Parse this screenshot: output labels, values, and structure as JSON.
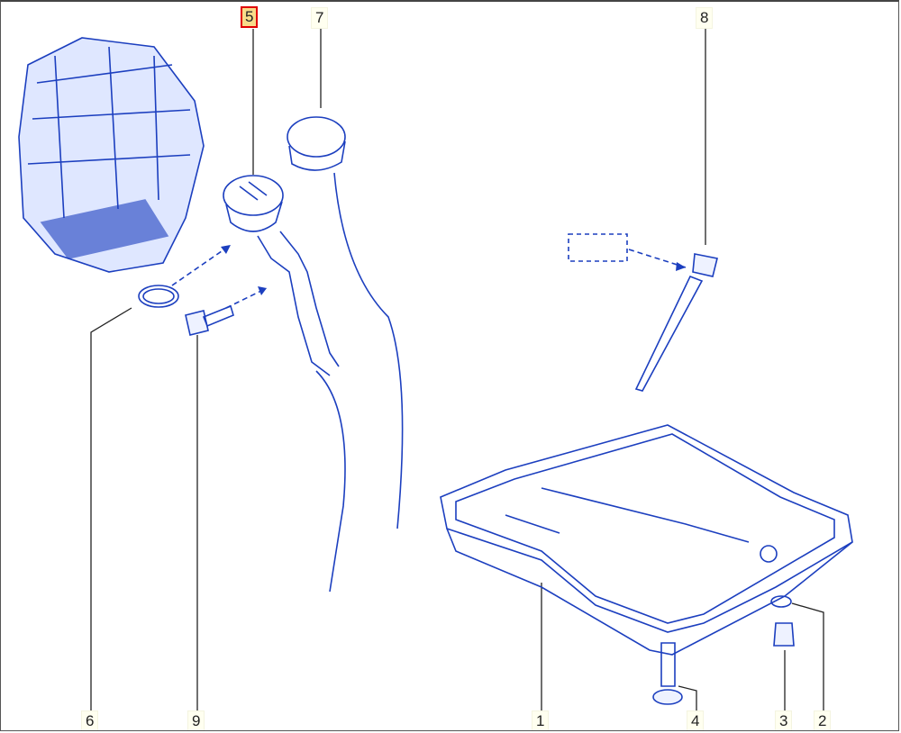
{
  "diagram": {
    "selected_part": "5",
    "callouts": [
      {
        "id": "5",
        "label": "5"
      },
      {
        "id": "7",
        "label": "7"
      },
      {
        "id": "8",
        "label": "8"
      },
      {
        "id": "6",
        "label": "6"
      },
      {
        "id": "9",
        "label": "9"
      },
      {
        "id": "1",
        "label": "1"
      },
      {
        "id": "4",
        "label": "4"
      },
      {
        "id": "3",
        "label": "3"
      },
      {
        "id": "2",
        "label": "2"
      }
    ],
    "colors": {
      "line": "#1c3fbf",
      "highlight_border": "#e00000",
      "highlight_fill": "#f7dc8a"
    }
  }
}
